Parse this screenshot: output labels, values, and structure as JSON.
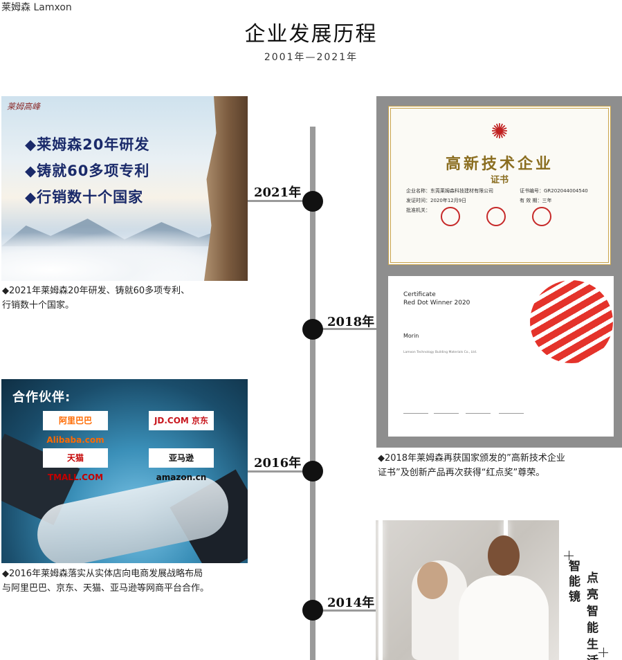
{
  "header": {
    "brand": "莱姆森 Lamxon",
    "title": "企业发展历程",
    "subtitle": "2001年—2021年"
  },
  "timeline": [
    {
      "year": "2021年",
      "caption_line1": "◆2021年莱姆森20年研发、铸就60多项专利、",
      "caption_line2": "行销数十个国家。",
      "image": {
        "logo_text": "莱姆高峰",
        "bullets": [
          "◆莱姆森20年研发",
          "◆铸就60多项专利",
          "◆行销数十个国家"
        ]
      }
    },
    {
      "year": "2018年",
      "caption_line1": "◆2018年莱姆森再获国家颁发的”高新技术企业",
      "caption_line2": "证书”及创新产品再次获得“红点奖”尊荣。",
      "certificate": {
        "heading": "高新技术企业",
        "sub": "证书",
        "company_label": "企业名称：",
        "company": "东莞莱姆森科技建材有限公司",
        "cert_no_label": "证书编号：",
        "cert_no": "GR202044004540",
        "date_label": "发证时间：",
        "date": "2020年12月9日",
        "valid_label": "有 效 期：",
        "valid": "三年",
        "authority_label": "批准机关："
      },
      "reddot": {
        "title1": "Certificate",
        "title2": "Red Dot Winner 2020",
        "product": "Morin",
        "maker": "Lamxon Technology Building Materials Co., Ltd."
      }
    },
    {
      "year": "2016年",
      "caption_line1": "◆2016年莱姆森落实从实体店向电商发展战略布局",
      "caption_line2": "与阿里巴巴、京东、天猫、亚马逊等网商平台合作。",
      "partners": {
        "heading": "合作伙伴:",
        "logos": [
          "阿里巴巴 Alibaba.com",
          "JD.COM 京东",
          "天猫 TMALL.COM",
          "亚马逊 amazon.cn"
        ]
      }
    },
    {
      "year": "2014年",
      "mirror": {
        "line1": "智能镜",
        "line2": "点亮智能生活"
      }
    }
  ],
  "colors": {
    "axis": "#9a9a9a",
    "dot": "#111111",
    "reddot": "#e4332b",
    "cert_gold": "#c9a44c"
  }
}
